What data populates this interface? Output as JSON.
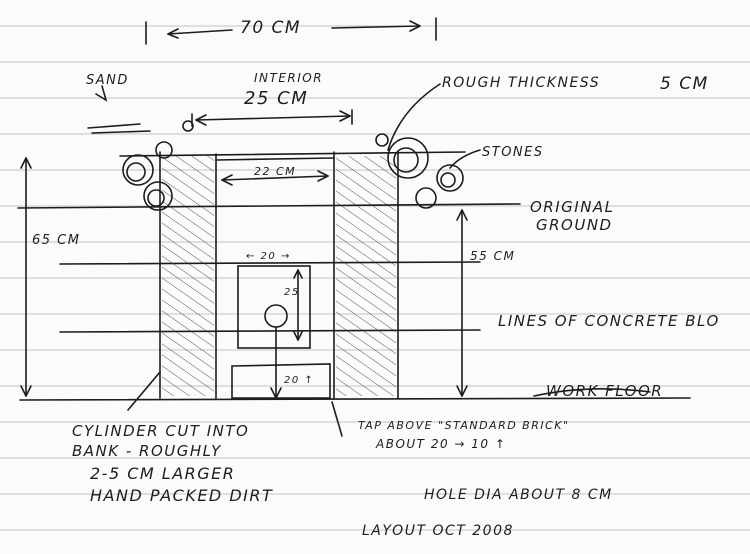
{
  "labels": {
    "outer_width": "70 CM",
    "sand": "SAND",
    "interior": "INTERIOR",
    "interior_width": "25 CM",
    "rough_thickness": "ROUGH THICKNESS",
    "rough_thickness_value": "5 CM",
    "stones": "STONES",
    "inner_width": "22 CM",
    "original_ground_1": "ORIGINAL",
    "original_ground_2": "GROUND",
    "total_height": "65 CM",
    "depth": "55 CM",
    "brick_width": "← 20 →",
    "brick_height": "25",
    "hole_depth": "20 ↑",
    "concrete_lines": "LINES OF CONCRETE BLO",
    "work_floor": "WORK FLOOR",
    "cylinder_1": "CYLINDER CUT INTO",
    "cylinder_2": "BANK - ROUGHLY",
    "cylinder_3": "2-5 CM LARGER",
    "cylinder_4": "HAND PACKED DIRT",
    "brick_note_1": "TAP ABOVE \"STANDARD BRICK\"",
    "brick_note_2": "ABOUT 20 → 10 ↑",
    "hole_dia": "HOLE DIA  ABOUT 8 CM",
    "layout_date": "LAYOUT   OCT 2008"
  },
  "colors": {
    "paper": "#fbfbfa",
    "rule_line": "#b9c4cf",
    "margin_line": "#d9b8b8",
    "ink": "#1c1c1c"
  }
}
